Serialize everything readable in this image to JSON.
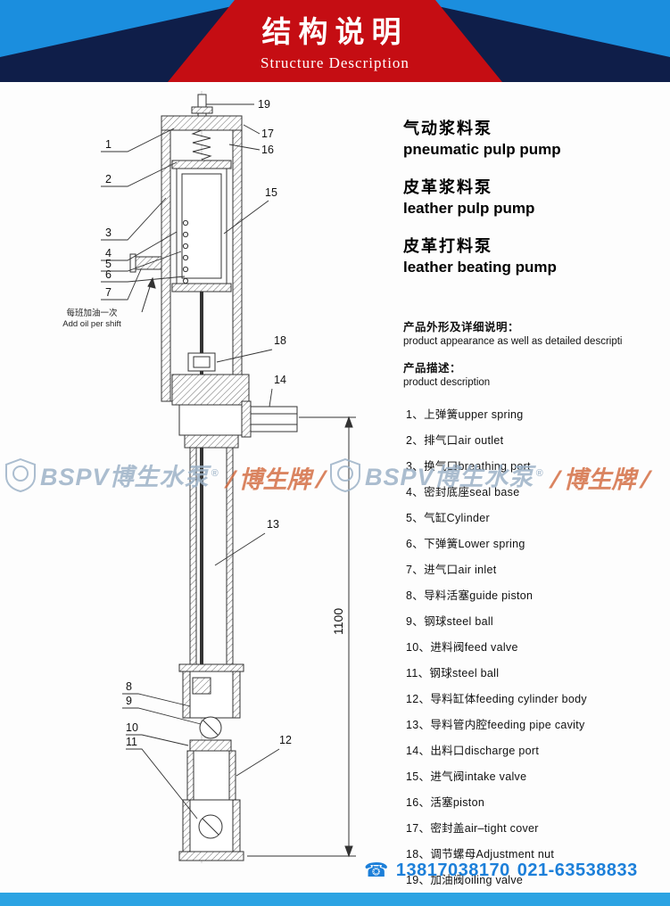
{
  "header": {
    "title_cn": "结构说明",
    "title_en": "Structure Description"
  },
  "products": [
    {
      "cn": "气动浆料泵",
      "en": "pneumatic pulp pump"
    },
    {
      "cn": "皮革浆料泵",
      "en": "leather pulp pump"
    },
    {
      "cn": "皮革打料泵",
      "en": "leather beating pump"
    }
  ],
  "description": {
    "appearance_cn": "产品外形及详细说明：",
    "appearance_en": "product appearance as well as detailed descripti",
    "desc_cn": "产品描述：",
    "desc_en": "product description"
  },
  "parts": [
    {
      "num": "1、",
      "cn": "上弹簧",
      "en": "upper spring"
    },
    {
      "num": "2、",
      "cn": "排气口",
      "en": "air outlet"
    },
    {
      "num": "3、",
      "cn": "换气口",
      "en": "breathing port"
    },
    {
      "num": "4、",
      "cn": "密封底座",
      "en": "seal base"
    },
    {
      "num": "5、",
      "cn": "气缸",
      "en": "Cylinder"
    },
    {
      "num": "6、",
      "cn": "下弹簧",
      "en": "Lower spring"
    },
    {
      "num": "7、",
      "cn": "进气口",
      "en": "air inlet"
    },
    {
      "num": "8、",
      "cn": "导料活塞",
      "en": "guide piston"
    },
    {
      "num": "9、",
      "cn": "钢球",
      "en": "steel ball"
    },
    {
      "num": "10、",
      "cn": "进料阀",
      "en": "feed valve"
    },
    {
      "num": "11、",
      "cn": "钢球",
      "en": "steel ball"
    },
    {
      "num": "12、",
      "cn": "导料缸体",
      "en": "feeding cylinder body"
    },
    {
      "num": "13、",
      "cn": "导料管内腔",
      "en": "feeding pipe cavity"
    },
    {
      "num": "14、",
      "cn": "出料口",
      "en": "discharge port"
    },
    {
      "num": "15、",
      "cn": "进气阀",
      "en": "intake valve"
    },
    {
      "num": "16、",
      "cn": "活塞",
      "en": "piston"
    },
    {
      "num": "17、",
      "cn": "密封盖",
      "en": "air–tight cover"
    },
    {
      "num": "18、",
      "cn": "调节螺母",
      "en": "Adjustment nut"
    },
    {
      "num": "19、",
      "cn": "加油阀",
      "en": "oiling valve"
    }
  ],
  "diagram": {
    "oil_note_cn": "每班加油一次",
    "oil_note_en": "Add oil per shift",
    "dimension": "1100",
    "callouts": {
      "c1": "1",
      "c2": "2",
      "c3": "3",
      "c4": "4",
      "c5": "5",
      "c6": "6",
      "c7": "7",
      "c8": "8",
      "c9": "9",
      "c10": "10",
      "c11": "11",
      "c12": "12",
      "c13": "13",
      "c14": "14",
      "c15": "15",
      "c16": "16",
      "c17": "17",
      "c18": "18",
      "c19": "19"
    }
  },
  "watermark": {
    "bspv": "BSPV",
    "bspv_cn": "博生水泵",
    "reg": "®",
    "brand": "博生牌"
  },
  "footer": {
    "phone1": "13817038170",
    "phone2": "021-63538833"
  }
}
